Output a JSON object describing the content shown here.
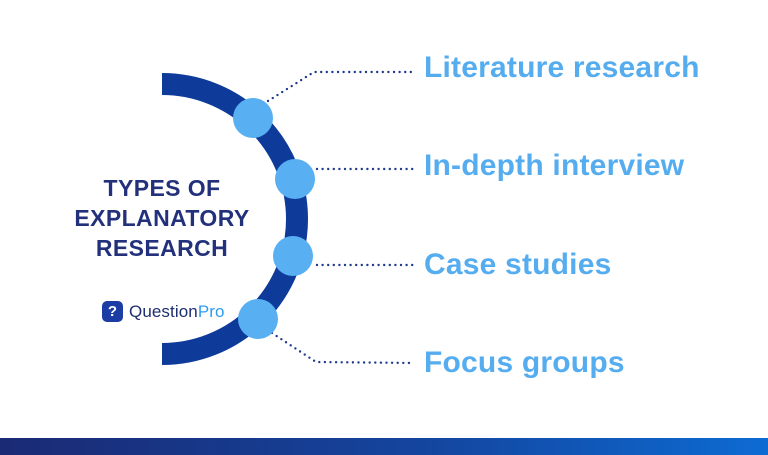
{
  "title": {
    "lines": [
      "TYPES OF",
      "EXPLANATORY",
      "RESEARCH"
    ]
  },
  "items": [
    {
      "label": "Literature research"
    },
    {
      "label": "In-depth interview"
    },
    {
      "label": "Case studies"
    },
    {
      "label": "Focus groups"
    }
  ],
  "logo": {
    "icon_glyph": "?",
    "brand_primary": "Question",
    "brand_secondary": "Pro"
  },
  "colors": {
    "title_navy": "#23317d",
    "arc_navy": "#0e3a99",
    "node_blue": "#58aff2",
    "label_blue": "#55adf0",
    "dot_navy": "#1e3a8f",
    "footer_gradient_left": "#1b2a74",
    "footer_gradient_right": "#0d6bd3",
    "logo_icon_bg": "#1c3da3",
    "logo_text_primary": "#1c2f6e",
    "logo_text_secondary": "#2d9df0"
  }
}
